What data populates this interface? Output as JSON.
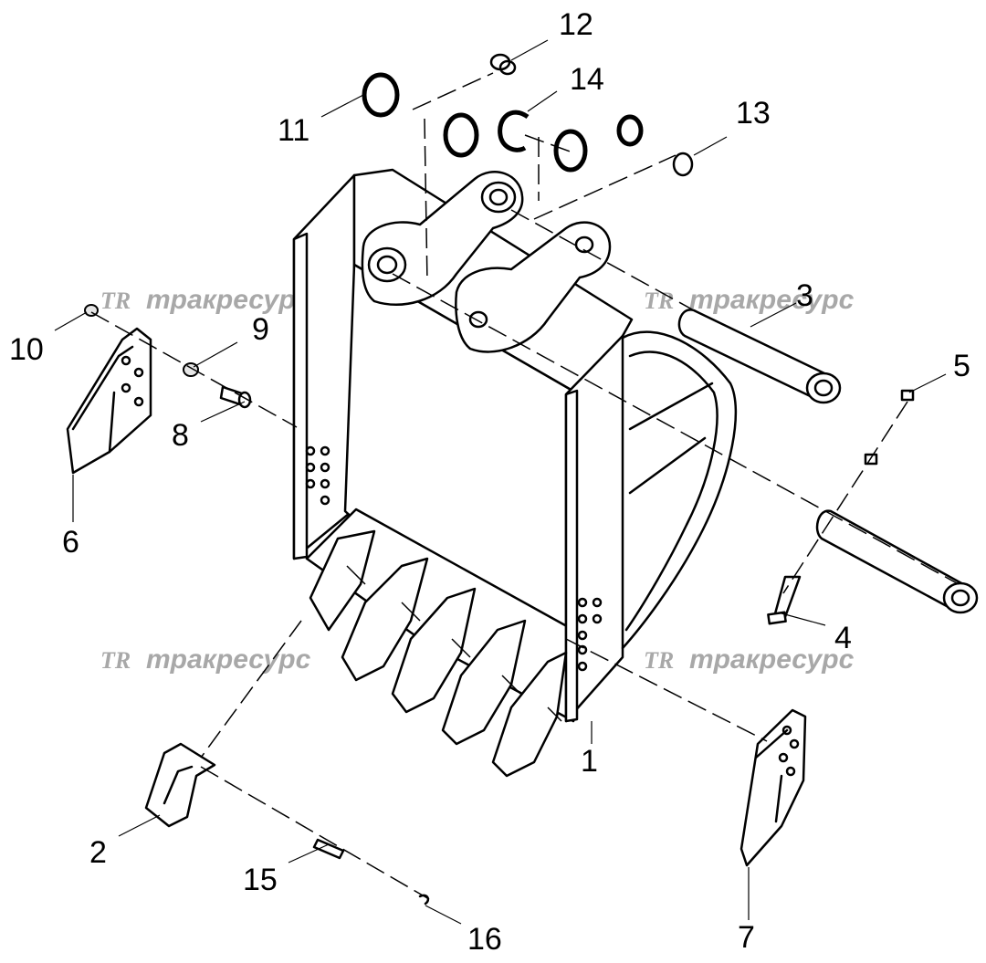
{
  "watermarks": [
    {
      "logo": "TR",
      "text": "тракресурс"
    },
    {
      "logo": "TR",
      "text": "тракресурс"
    },
    {
      "logo": "TR",
      "text": "тракресурс"
    },
    {
      "logo": "TR",
      "text": "тракресурс"
    }
  ],
  "callouts": [
    "1",
    "2",
    "3",
    "4",
    "5",
    "6",
    "7",
    "8",
    "9",
    "10",
    "11",
    "12",
    "13",
    "14",
    "15",
    "16"
  ],
  "colors": {
    "line": "#000000",
    "watermark": "#a8a8a8",
    "background": "#ffffff"
  }
}
